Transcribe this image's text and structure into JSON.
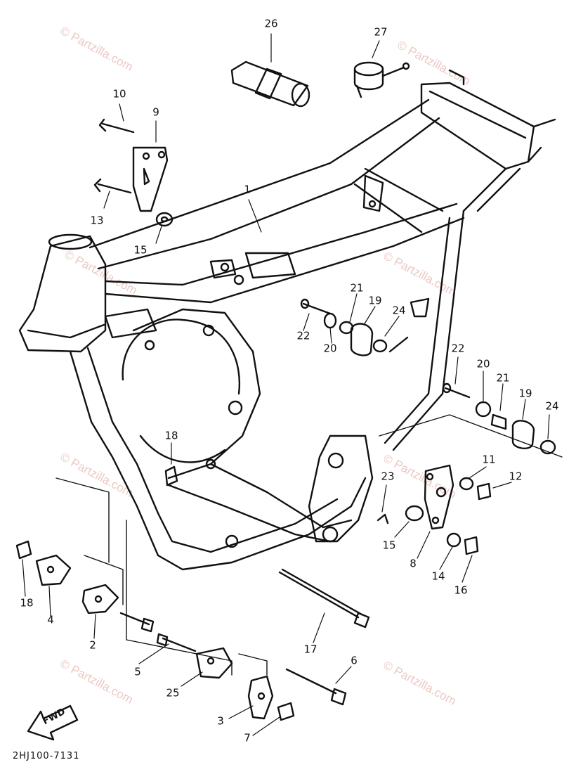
{
  "diagram": {
    "code": "2HJ100-7131",
    "fwd_label": "FWD",
    "watermark": "© Partzilla.com",
    "labels": [
      {
        "id": "26",
        "text": "26"
      },
      {
        "id": "27",
        "text": "27"
      },
      {
        "id": "10",
        "text": "10"
      },
      {
        "id": "9",
        "text": "9"
      },
      {
        "id": "13",
        "text": "13"
      },
      {
        "id": "15a",
        "text": "15"
      },
      {
        "id": "1",
        "text": "1"
      },
      {
        "id": "21a",
        "text": "21"
      },
      {
        "id": "19a",
        "text": "19"
      },
      {
        "id": "24a",
        "text": "24"
      },
      {
        "id": "22a",
        "text": "22"
      },
      {
        "id": "20a",
        "text": "20"
      },
      {
        "id": "22b",
        "text": "22"
      },
      {
        "id": "20b",
        "text": "20"
      },
      {
        "id": "21b",
        "text": "21"
      },
      {
        "id": "19b",
        "text": "19"
      },
      {
        "id": "24b",
        "text": "24"
      },
      {
        "id": "18a",
        "text": "18"
      },
      {
        "id": "23",
        "text": "23"
      },
      {
        "id": "11",
        "text": "11"
      },
      {
        "id": "12",
        "text": "12"
      },
      {
        "id": "15b",
        "text": "15"
      },
      {
        "id": "8",
        "text": "8"
      },
      {
        "id": "14",
        "text": "14"
      },
      {
        "id": "16",
        "text": "16"
      },
      {
        "id": "18b",
        "text": "18"
      },
      {
        "id": "4",
        "text": "4"
      },
      {
        "id": "2",
        "text": "2"
      },
      {
        "id": "17",
        "text": "17"
      },
      {
        "id": "5",
        "text": "5"
      },
      {
        "id": "6",
        "text": "6"
      },
      {
        "id": "25",
        "text": "25"
      },
      {
        "id": "3",
        "text": "3"
      },
      {
        "id": "7",
        "text": "7"
      }
    ]
  }
}
